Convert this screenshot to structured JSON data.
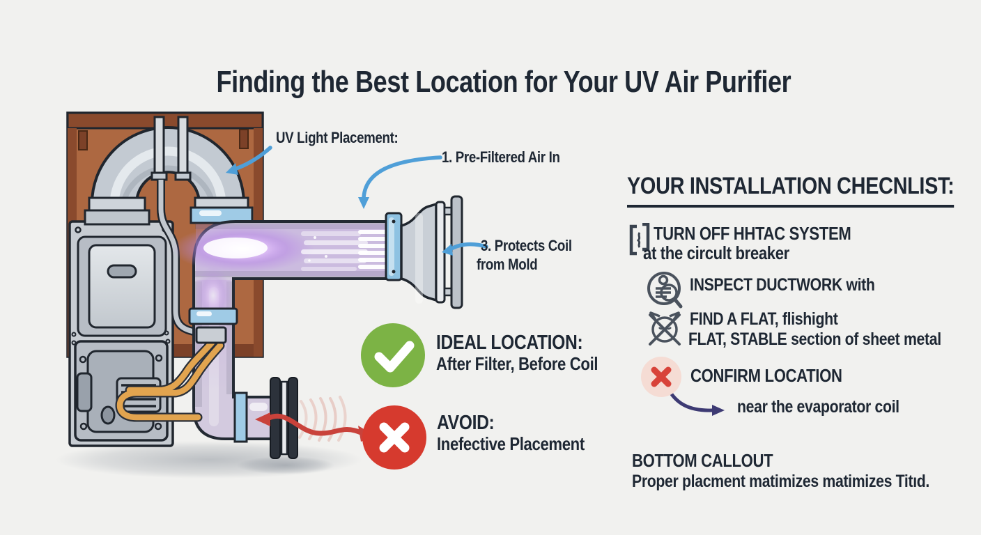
{
  "title": "Finding the Best Location for Your UV Air Purifier",
  "callouts": {
    "uv_light_placement": "UV Light Placement:",
    "pre_filtered_air": "1. Pre-Filtered Air In",
    "protects_coil_1": "3. Protects Coil",
    "protects_coil_2": "from Mold"
  },
  "verdicts": {
    "ideal": {
      "icon": "check-circle-icon",
      "heading": "IDEAL LOCATION:",
      "detail": "After Filter, Before Coil"
    },
    "avoid": {
      "icon": "x-circle-icon",
      "heading": "AVOID:",
      "detail": "Inefective Placement"
    }
  },
  "checklist": {
    "heading": "YOUR INSTALLATION CHECNLIST:",
    "items": [
      {
        "icon": "checkbox-brackets-icon",
        "line1": "TURN OFF HHTAC SYSTEM",
        "line2": "at the circult breaker"
      },
      {
        "icon": "inspect-document-magnifier-icon",
        "line1": "INSPECT DUCTWORK with"
      },
      {
        "icon": "crossed-out-flashlight-icon",
        "line1": "FIND A FLAT, flishight",
        "line2": "FLAT, STABLE section of sheet metal"
      },
      {
        "icon": "x-circle-soft-icon",
        "line1": "CONFIRM LOCATION"
      }
    ],
    "arrow_note": "near the evaporator coil"
  },
  "footer": {
    "heading": "BOTTOM CALLOUT",
    "text": "Proper placment matimizes matimizes Titıd."
  },
  "colors": {
    "background": "#f1f1ef",
    "ink": "#1e2733",
    "arrow_blue": "#4f9fd8",
    "check_green": "#7cb345",
    "error_red": "#d63a2e",
    "soft_pink": "#f5dcd4",
    "arrow_purple": "#3d3a73",
    "uv_glow": "#c083ee",
    "wood_brown": "#a05c39",
    "duct_gray": "#c6ccd3",
    "copper": "#e2a44f"
  }
}
